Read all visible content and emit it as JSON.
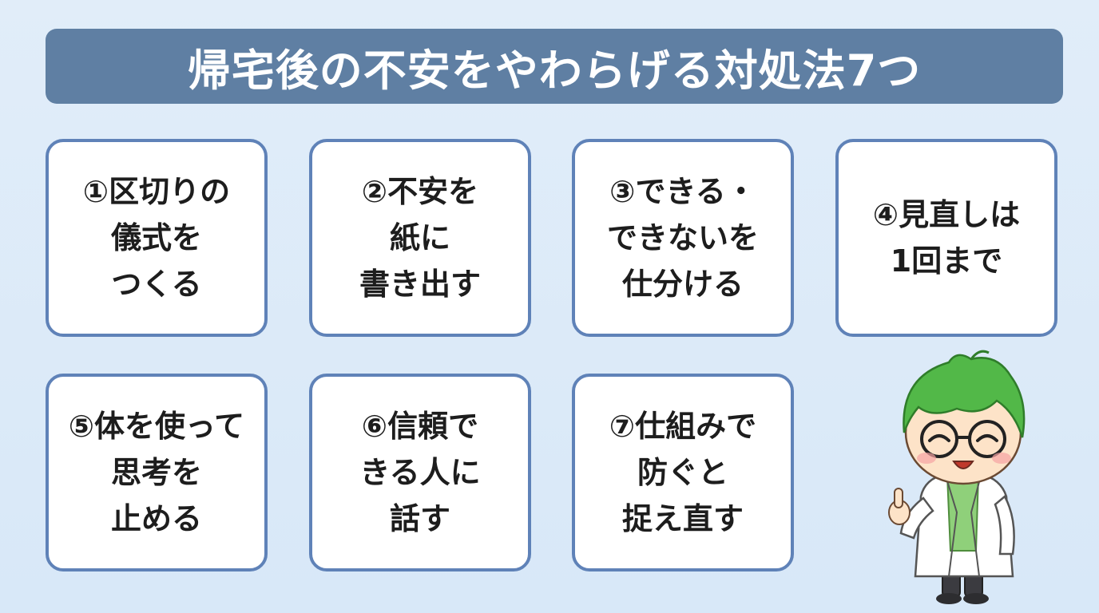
{
  "title": "帰宅後の不安をやわらげる対処法7つ",
  "cards": [
    {
      "text": "①区切りの\n儀式を\nつくる"
    },
    {
      "text": "②不安を\n紙に\n書き出す"
    },
    {
      "text": "③できる・\nできないを\n仕分ける"
    },
    {
      "text": "④見直しは\n1回まで"
    },
    {
      "text": "⑤体を使って\n思考を\n止める"
    },
    {
      "text": "⑥信頼で\nきる人に\n話す"
    },
    {
      "text": "⑦仕組みで\n防ぐと\n捉え直す"
    }
  ],
  "colors": {
    "background": "#dceaf8",
    "title_bar": "#5f7fa3",
    "card_border": "#5f82b8",
    "hair": "#52b848"
  },
  "icons": {
    "mascot": "green-haired-scientist-thumbs-up"
  }
}
